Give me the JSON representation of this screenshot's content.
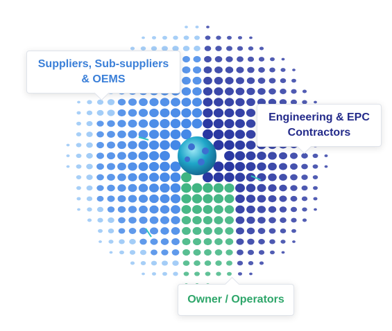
{
  "callouts": {
    "suppliers": {
      "line1": "Suppliers, Sub-suppliers",
      "line2": "& OEMS"
    },
    "engineering": {
      "line1": "Engineering & EPC",
      "line2": "Contractors"
    },
    "owners": {
      "label": "Owner / Operators"
    }
  },
  "colors": {
    "suppliers": "#3b82e6",
    "suppliers_light": "#8cc0f5",
    "engineering": "#1d2c9c",
    "owners": "#34b07a",
    "core": "#1fa6c9",
    "connector": "#2ec5c0"
  }
}
